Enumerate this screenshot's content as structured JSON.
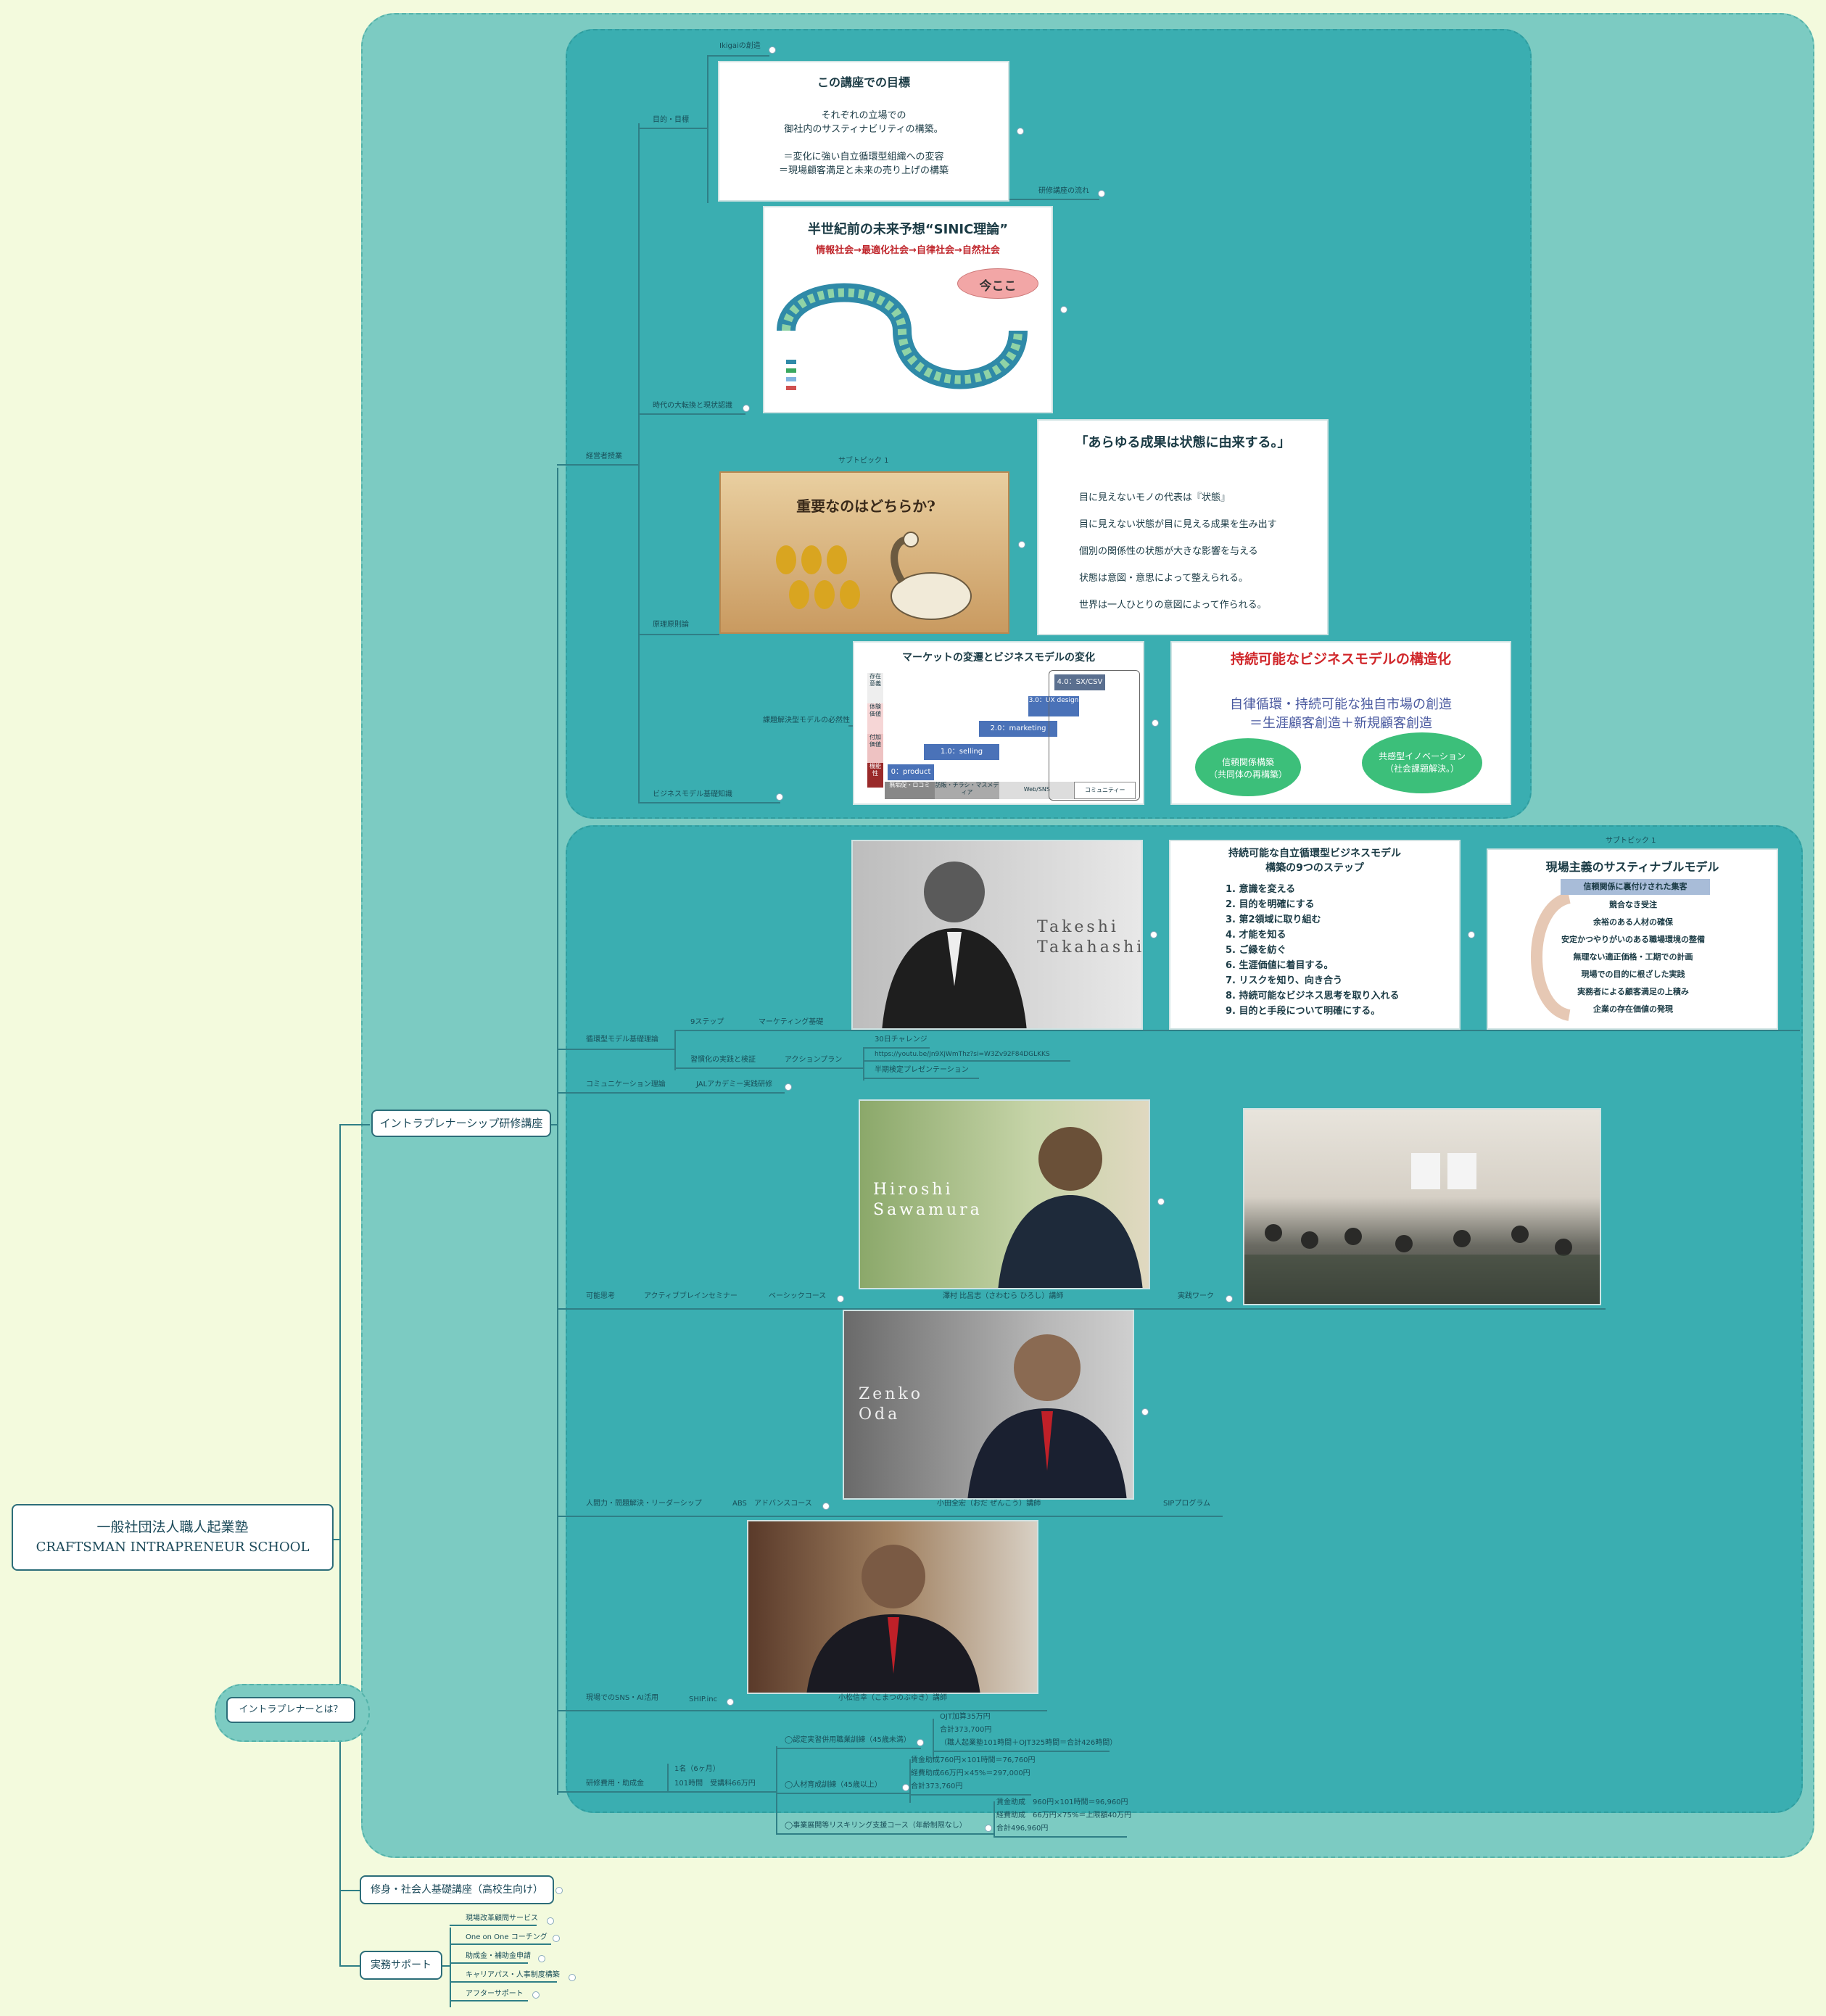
{
  "root": {
    "line1": "一般社団法人職人起業塾",
    "line2": "CRAFTSMAN INTRAPRENEUR SCHOOL"
  },
  "branches": {
    "intrapreneur_what": "イントラプレナーとは？",
    "training": "イントラプレナーシップ研修講座",
    "shushin": "修身・社会人基礎講座（高校生向け）",
    "jitsumu": "実務サポート"
  },
  "jitsumu_items": [
    "現場改革顧問サービス",
    "One on One コーチング",
    "助成金・補助金申請",
    "キャリアパス・人事制度構築",
    "アフターサポート"
  ],
  "section1": {
    "keiei": "経営者授業",
    "ikigai": "Ikigaiの創造",
    "mokuteki": "目的・目標",
    "flow": "研修講座の流れ",
    "jidai": "時代の大転換と現状認識",
    "genri": "原理原則論",
    "subtopic": "サブトピック 1",
    "kadai": "課題解決型モデルの必然性",
    "bizmodel": "ビジネスモデル基礎知識"
  },
  "card_goal": {
    "title": "この講座での目標",
    "lines": [
      "それぞれの立場での",
      "御社内のサスティナビリティの構築。",
      "",
      "＝変化に強い自立循環型組織への変容",
      "＝現場顧客満足と未来の売り上げの構築"
    ]
  },
  "card_sinic": {
    "title": "半世紀前の未来予想“SINIC理論”",
    "subtitle": "情報社会→最適化社会→自律社会→自然社会",
    "callout": "今ここ"
  },
  "card_goose": {
    "text": "重要なのはどちらか?"
  },
  "card_state": {
    "title": "「あらゆる成果は状態に由来する。」",
    "lines": [
      "目に見えないモノの代表は『状態』",
      "目に見えない状態が目に見える成果を生み出す",
      "個別の関係性の状態が大きな影響を与える",
      "状態は意図・意思によって整えられる。",
      "世界は一人ひとりの意図によって作られる。"
    ]
  },
  "card_market": {
    "title": "マーケットの変遷とビジネスモデルの変化",
    "steps": [
      "0：product",
      "1.0：selling",
      "2.0：marketing",
      "3.0：UX design",
      "4.0：SX/CSV"
    ],
    "yaxis": [
      "存在意義",
      "体験価値",
      "付加価値",
      "機能性"
    ],
    "xaxis": [
      "無垢促・ロコミ",
      "訪販・チラシ・マスメディア",
      "Web/SNS",
      "コミュニティー"
    ]
  },
  "card_sustain": {
    "title": "持続可能なビジネスモデルの構造化",
    "line1": "自律循環・持続可能な独自市場の創造",
    "line2": "＝生涯顧客創造＋新規顧客創造",
    "bubble1a": "信頼関係構築",
    "bubble1b": "（共同体の再構築）",
    "bubble2a": "共感型イノベーション",
    "bubble2b": "（社会課題解決。）"
  },
  "section2": {
    "subtopic": "サブトピック 1",
    "junkan": "循環型モデル基礎理論",
    "nine": "9ステップ",
    "marketing": "マーケティング基礎",
    "shikumi": "習慣化の実践と検証",
    "action": "アクションプラン",
    "challenge": "30日チャレンジ",
    "url": "https://youtu.be/Jn9XjWmThz?si=W3Zv92F84DGLKKS",
    "halfyear": "半期検定プレゼンテーション",
    "comm": "コミュニケーション理論",
    "jal": "JALアカデミー実践研修"
  },
  "takeshi": {
    "name1": "Takeshi",
    "name2": "Takahashi"
  },
  "card_nine": {
    "title1": "持続可能な自立循環型ビジネスモデル",
    "title2": "構築の9つのステップ",
    "steps": [
      "1.  意識を変える",
      "2.  目的を明確にする",
      "3.  第2領域に取り組む",
      "4.  才能を知る",
      "5.  ご縁を紡ぐ",
      "6.  生涯価値に着目する。",
      "7.  リスクを知り、向き合う",
      "8.  持続可能なビジネス思考を取り入れる",
      "9.  目的と手段について明確にする。"
    ]
  },
  "card_genba": {
    "title": "現場主義のサスティナブルモデル",
    "items": [
      "信頼関係に裏付けされた集客",
      "競合なき受注",
      "余裕のある人材の確保",
      "安定かつやりがいのある職場環境の整備",
      "無理ない適正価格・工期での計画",
      "現場での目的に根ざした実践",
      "実務者による顧客満足の上積み",
      "企業の存在価値の発現"
    ]
  },
  "section3": {
    "kano": "可能思考",
    "active": "アクティブブレインセミナー",
    "basic": "ベーシックコース",
    "sawamura_caption": "澤村 比呂志（さわむら ひろし）講師",
    "jissen": "実践ワーク"
  },
  "hiroshi": {
    "name1": "Hiroshi",
    "name2": "Sawamura"
  },
  "section4": {
    "jinbutsu": "人間力・問題解決・リーダーシップ",
    "abs": "ABS",
    "advance": "アドバンスコース",
    "oda_caption": "小田全宏（おだ ぜんこう）講師",
    "sip": "SIPプログラム"
  },
  "zenko": {
    "name1": "Zenko",
    "name2": "Oda"
  },
  "section5": {
    "sns": "現場でのSNS・AI活用",
    "shipinc": "SHIP.inc",
    "komatsu_caption": "小松信幸（こまつのぶゆき）講師",
    "hiyou": "研修費用・助成金",
    "fee1": "1名（6ヶ月）",
    "fee2": "101時間　受講料66万円",
    "opt1": "◯認定実習併用職業訓練（45歳未満）",
    "opt1_l1": "OJT加算35万円",
    "opt1_l2": "合計373,700円",
    "opt1_l3": "（職人起業塾101時間＋OJT325時間＝合計426時間）",
    "opt2": "◯人材育成訓練（45歳以上）",
    "opt2_l1": "賃金助成760円×101時間＝76,760円",
    "opt2_l2": "経費助成66万円×45%＝297,000円",
    "opt2_l3": "合計373,760円",
    "opt3": "◯事業展開等リスキリング支援コース（年齢制限なし）",
    "opt3_l1": "賃金助成　960円×101時間＝96,960円",
    "opt3_l2": "経費助成　66万円×75%＝上限額40万円",
    "opt3_l3": "合計496,960円"
  }
}
